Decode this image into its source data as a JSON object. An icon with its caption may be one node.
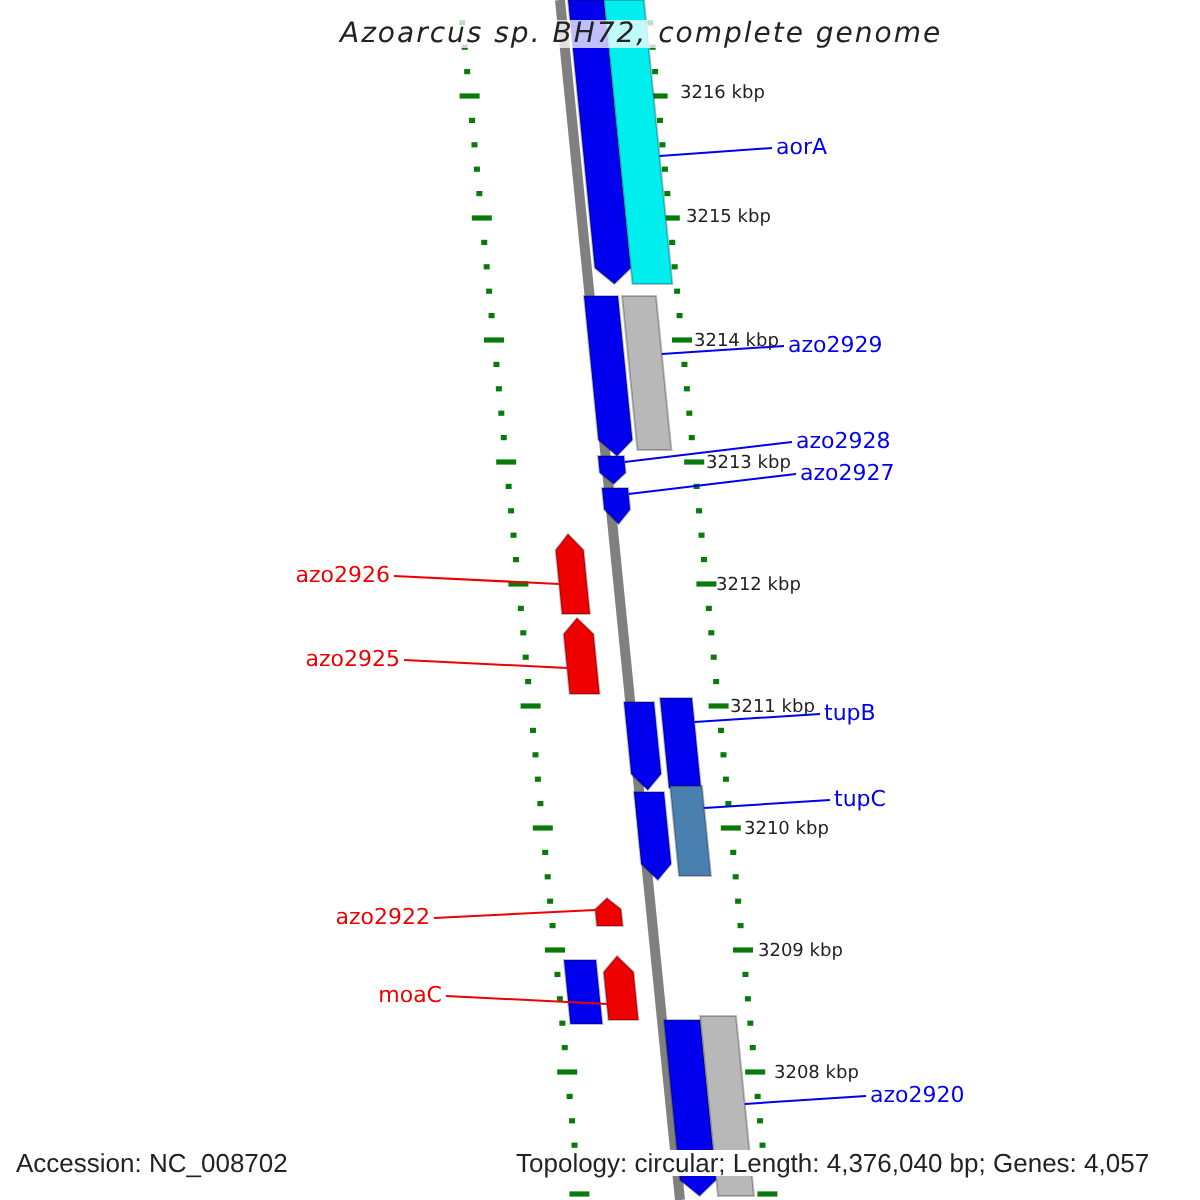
{
  "diagram": {
    "title": "Azoarcus sp. BH72, complete genome",
    "nodes": [
      {
        "text": [],
        "shape": "pentagon"
      },
      {
        "text": [],
        "shape": "bar"
      },
      {
        "text": [
          "aorA"
        ]
      },
      {
        "text": [],
        "shape": "pentagon"
      },
      {
        "text": [],
        "shape": "bar"
      },
      {
        "text": [
          "azo2929"
        ]
      },
      {
        "text": [],
        "shape": "pentagon"
      },
      {
        "text": [
          "azo2928"
        ]
      },
      {
        "text": [],
        "shape": "pentagon"
      },
      {
        "text": [
          "azo2927"
        ]
      },
      {
        "text": [],
        "shape": "pentagon"
      },
      {
        "text": [
          "azo2926"
        ]
      },
      {
        "text": [],
        "shape": "pentagon"
      },
      {
        "text": [
          "azo2925"
        ]
      },
      {
        "text": [],
        "shape": "pentagon"
      },
      {
        "text": [],
        "shape": "bar"
      },
      {
        "text": [
          "tupB"
        ]
      },
      {
        "text": [],
        "shape": "pentagon"
      },
      {
        "text": [],
        "shape": "bar"
      },
      {
        "text": [
          "tupC"
        ]
      },
      {
        "text": [],
        "shape": "pentagon"
      },
      {
        "text": [
          "azo2922"
        ]
      },
      {
        "text": [],
        "shape": "bar"
      },
      {
        "text": [],
        "shape": "pentagon"
      },
      {
        "text": [
          "moaC"
        ]
      },
      {
        "text": [],
        "shape": "pentagon"
      },
      {
        "text": [],
        "shape": "bar"
      },
      {
        "text": [
          "azo2920"
        ]
      }
    ],
    "edges": [
      {
        "from": 2,
        "to": 1,
        "arrow": "none"
      },
      {
        "from": 5,
        "to": 4,
        "arrow": "none"
      },
      {
        "from": 7,
        "to": 6,
        "arrow": "none"
      },
      {
        "from": 9,
        "to": 8,
        "arrow": "none"
      },
      {
        "from": 11,
        "to": 10,
        "arrow": "none",
        "color": "#ee0000"
      },
      {
        "from": 13,
        "to": 12,
        "arrow": "none",
        "color": "#ee0000"
      },
      {
        "from": 16,
        "to": 15,
        "arrow": "none"
      },
      {
        "from": 19,
        "to": 18,
        "arrow": "none"
      },
      {
        "from": 21,
        "to": 20,
        "arrow": "none",
        "color": "#ee0000"
      },
      {
        "from": 24,
        "to": 23,
        "arrow": "none",
        "color": "#ee0000"
      },
      {
        "from": 27,
        "to": 26,
        "arrow": "none"
      }
    ],
    "labels": [
      "3216 kbp",
      "3215 kbp",
      "3214 kbp",
      "3213 kbp",
      "3212 kbp",
      "3211 kbp",
      "3210 kbp",
      "3209 kbp",
      "3208 kbp",
      "Accession: NC_008702",
      "Topology: circular; Length: 4,376,040 bp; Genes: 4,057"
    ]
  }
}
